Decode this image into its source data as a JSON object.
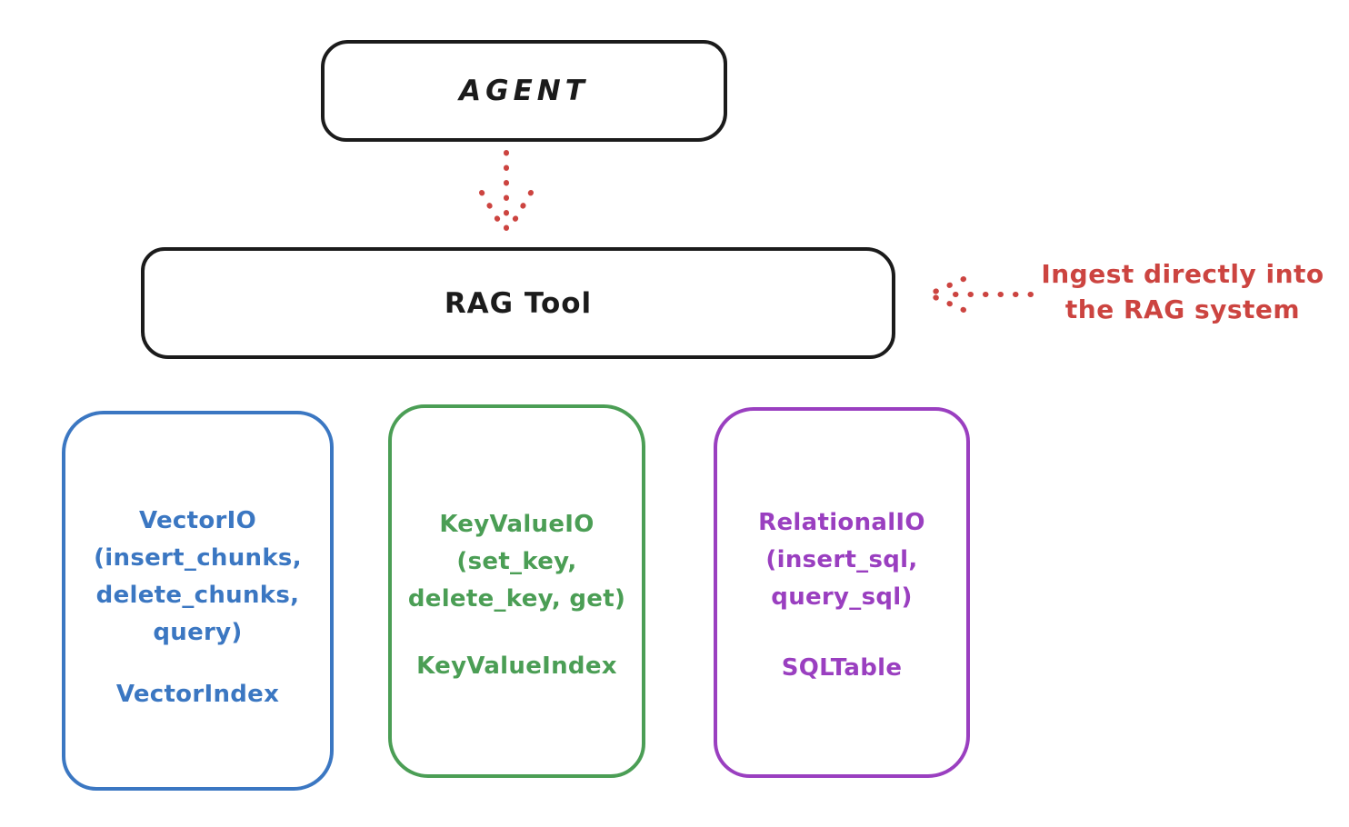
{
  "colors": {
    "ink": "#1b1b1b",
    "red": "#cc4440",
    "blue": "#3b77c2",
    "green": "#4b9e55",
    "purple": "#9a3fc0",
    "bg": "#ffffff"
  },
  "nodes": {
    "agent": {
      "label": "AGENT"
    },
    "rag_tool": {
      "label": "RAG Tool"
    }
  },
  "icons": {
    "agent_to_rag": "dotted-down-arrow",
    "ingest": "dotted-left-arrow"
  },
  "annotation": {
    "line1": "Ingest directly into",
    "line2": "the RAG system"
  },
  "stores": [
    {
      "name": "vector",
      "color": "#3b77c2",
      "lines": [
        "VectorIO",
        "(insert_chunks,",
        "delete_chunks,",
        "query)"
      ],
      "index_label": "VectorIndex"
    },
    {
      "name": "keyvalue",
      "color": "#4b9e55",
      "lines": [
        "KeyValueIO",
        "(set_key,",
        "delete_key, get)"
      ],
      "index_label": "KeyValueIndex"
    },
    {
      "name": "relational",
      "color": "#9a3fc0",
      "lines": [
        "RelationalIO",
        "(insert_sql,",
        "query_sql)"
      ],
      "index_label": "SQLTable"
    }
  ]
}
